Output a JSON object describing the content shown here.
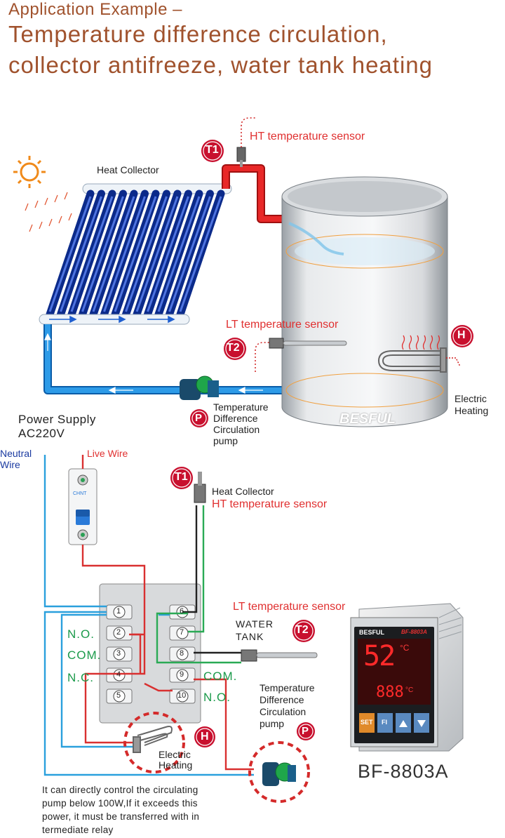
{
  "header": {
    "line1": "Application Example –",
    "line2": "Temperature difference circulation,",
    "line3": "collector antifreeze, water tank heating"
  },
  "system": {
    "heat_collector": "Heat Collector",
    "ht_sensor": "HT temperature sensor",
    "lt_sensor": "LT temperature sensor",
    "pump_line1": "Temperature",
    "pump_line2": "Difference",
    "pump_line3": "Circulation",
    "pump_line4": "pump",
    "heating_line1": "Electric",
    "heating_line2": "Heating",
    "brand": "BESFUL",
    "badge_t1": "T1",
    "badge_t2": "T2",
    "badge_p": "P",
    "badge_h": "H"
  },
  "wiring": {
    "power_line1": "Power Supply",
    "power_line2": "AC220V",
    "neutral_line1": "Neutral",
    "neutral_line2": "Wire",
    "live": "Live Wire",
    "breaker_brand": "CHNT",
    "collector": "Heat Collector",
    "ht_sensor": "HT temperature sensor",
    "lt_sensor": "LT temperature sensor",
    "tank_line1": "WATER",
    "tank_line2": "TANK",
    "relay1_no": "N.O.",
    "relay1_com": "COM.",
    "relay1_nc": "N.C.",
    "relay2_com": "COM.",
    "relay2_no": "N.O.",
    "terminals_left": [
      "1",
      "2",
      "3",
      "4",
      "5"
    ],
    "terminals_right": [
      "6",
      "7",
      "8",
      "9",
      "10"
    ],
    "pump_line1": "Temperature",
    "pump_line2": "Difference",
    "pump_line3": "Circulation",
    "pump_line4": "pump",
    "heating_line1": "Electric",
    "heating_line2": "Heating",
    "note_line1": "It can directly control the circulating",
    "note_line2": "pump below 100W,If it exceeds this",
    "note_line3": "power, it must be transferred with in",
    "note_line4": "termediate relay"
  },
  "controller": {
    "brand": "BESFUL",
    "model_small": "BF-8803A",
    "main_reading": "52",
    "main_unit": "°C",
    "sub_reading": "888",
    "sub_unit": "°C",
    "btn_set": "SET",
    "btn_fi": "FI",
    "model": "BF-8803A"
  },
  "colors": {
    "title": "#a0522d",
    "red_label": "#e03030",
    "hot_pipe": "#e02020",
    "cold_pipe": "#2288dd",
    "badge": "#c8102e",
    "wire_blue": "#2aa0dd",
    "wire_red": "#d93030",
    "wire_green": "#2aaa55"
  }
}
